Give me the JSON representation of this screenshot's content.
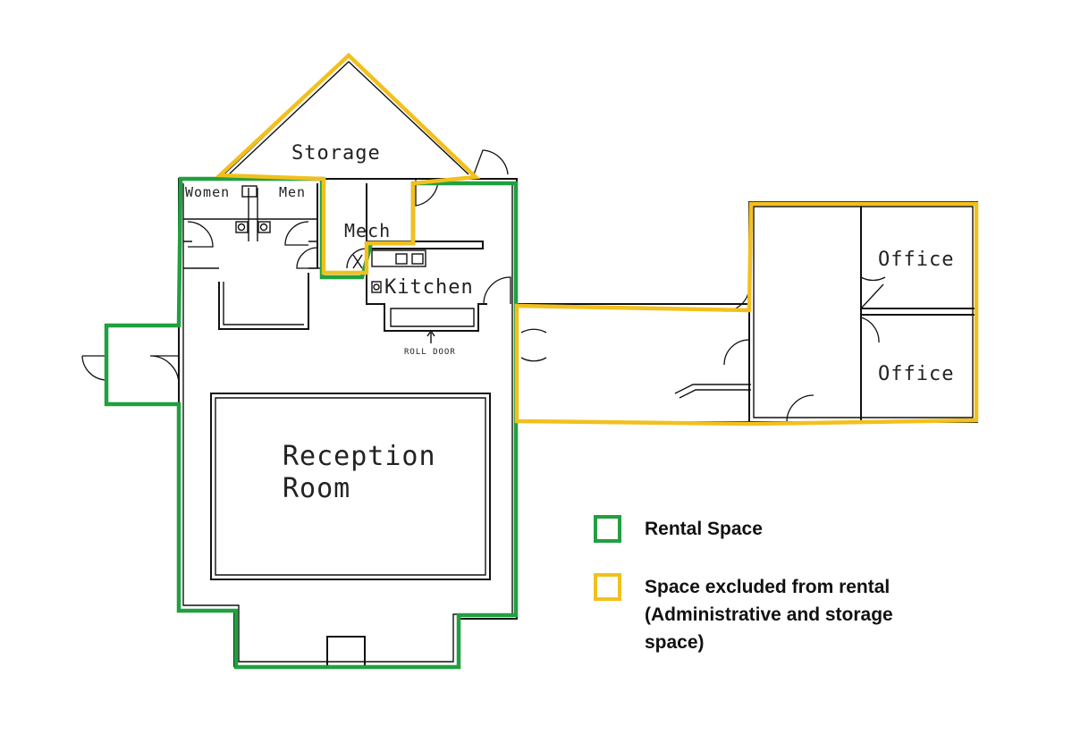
{
  "rooms": {
    "storage": "Storage",
    "women": "Women",
    "men": "Men",
    "mech": "Mech",
    "kitchen": "Kitchen",
    "roll_door": "ROLL DOOR",
    "reception_line1": "Reception",
    "reception_line2": "Room",
    "office_1": "Office",
    "office_2": "Office"
  },
  "legend": {
    "rental": "Rental Space",
    "excluded_line1": "Space excluded from rental",
    "excluded_line2": "(Administrative and storage",
    "excluded_line3": "space)"
  },
  "colors": {
    "rental": "#20a040",
    "excluded": "#f2c01e"
  }
}
